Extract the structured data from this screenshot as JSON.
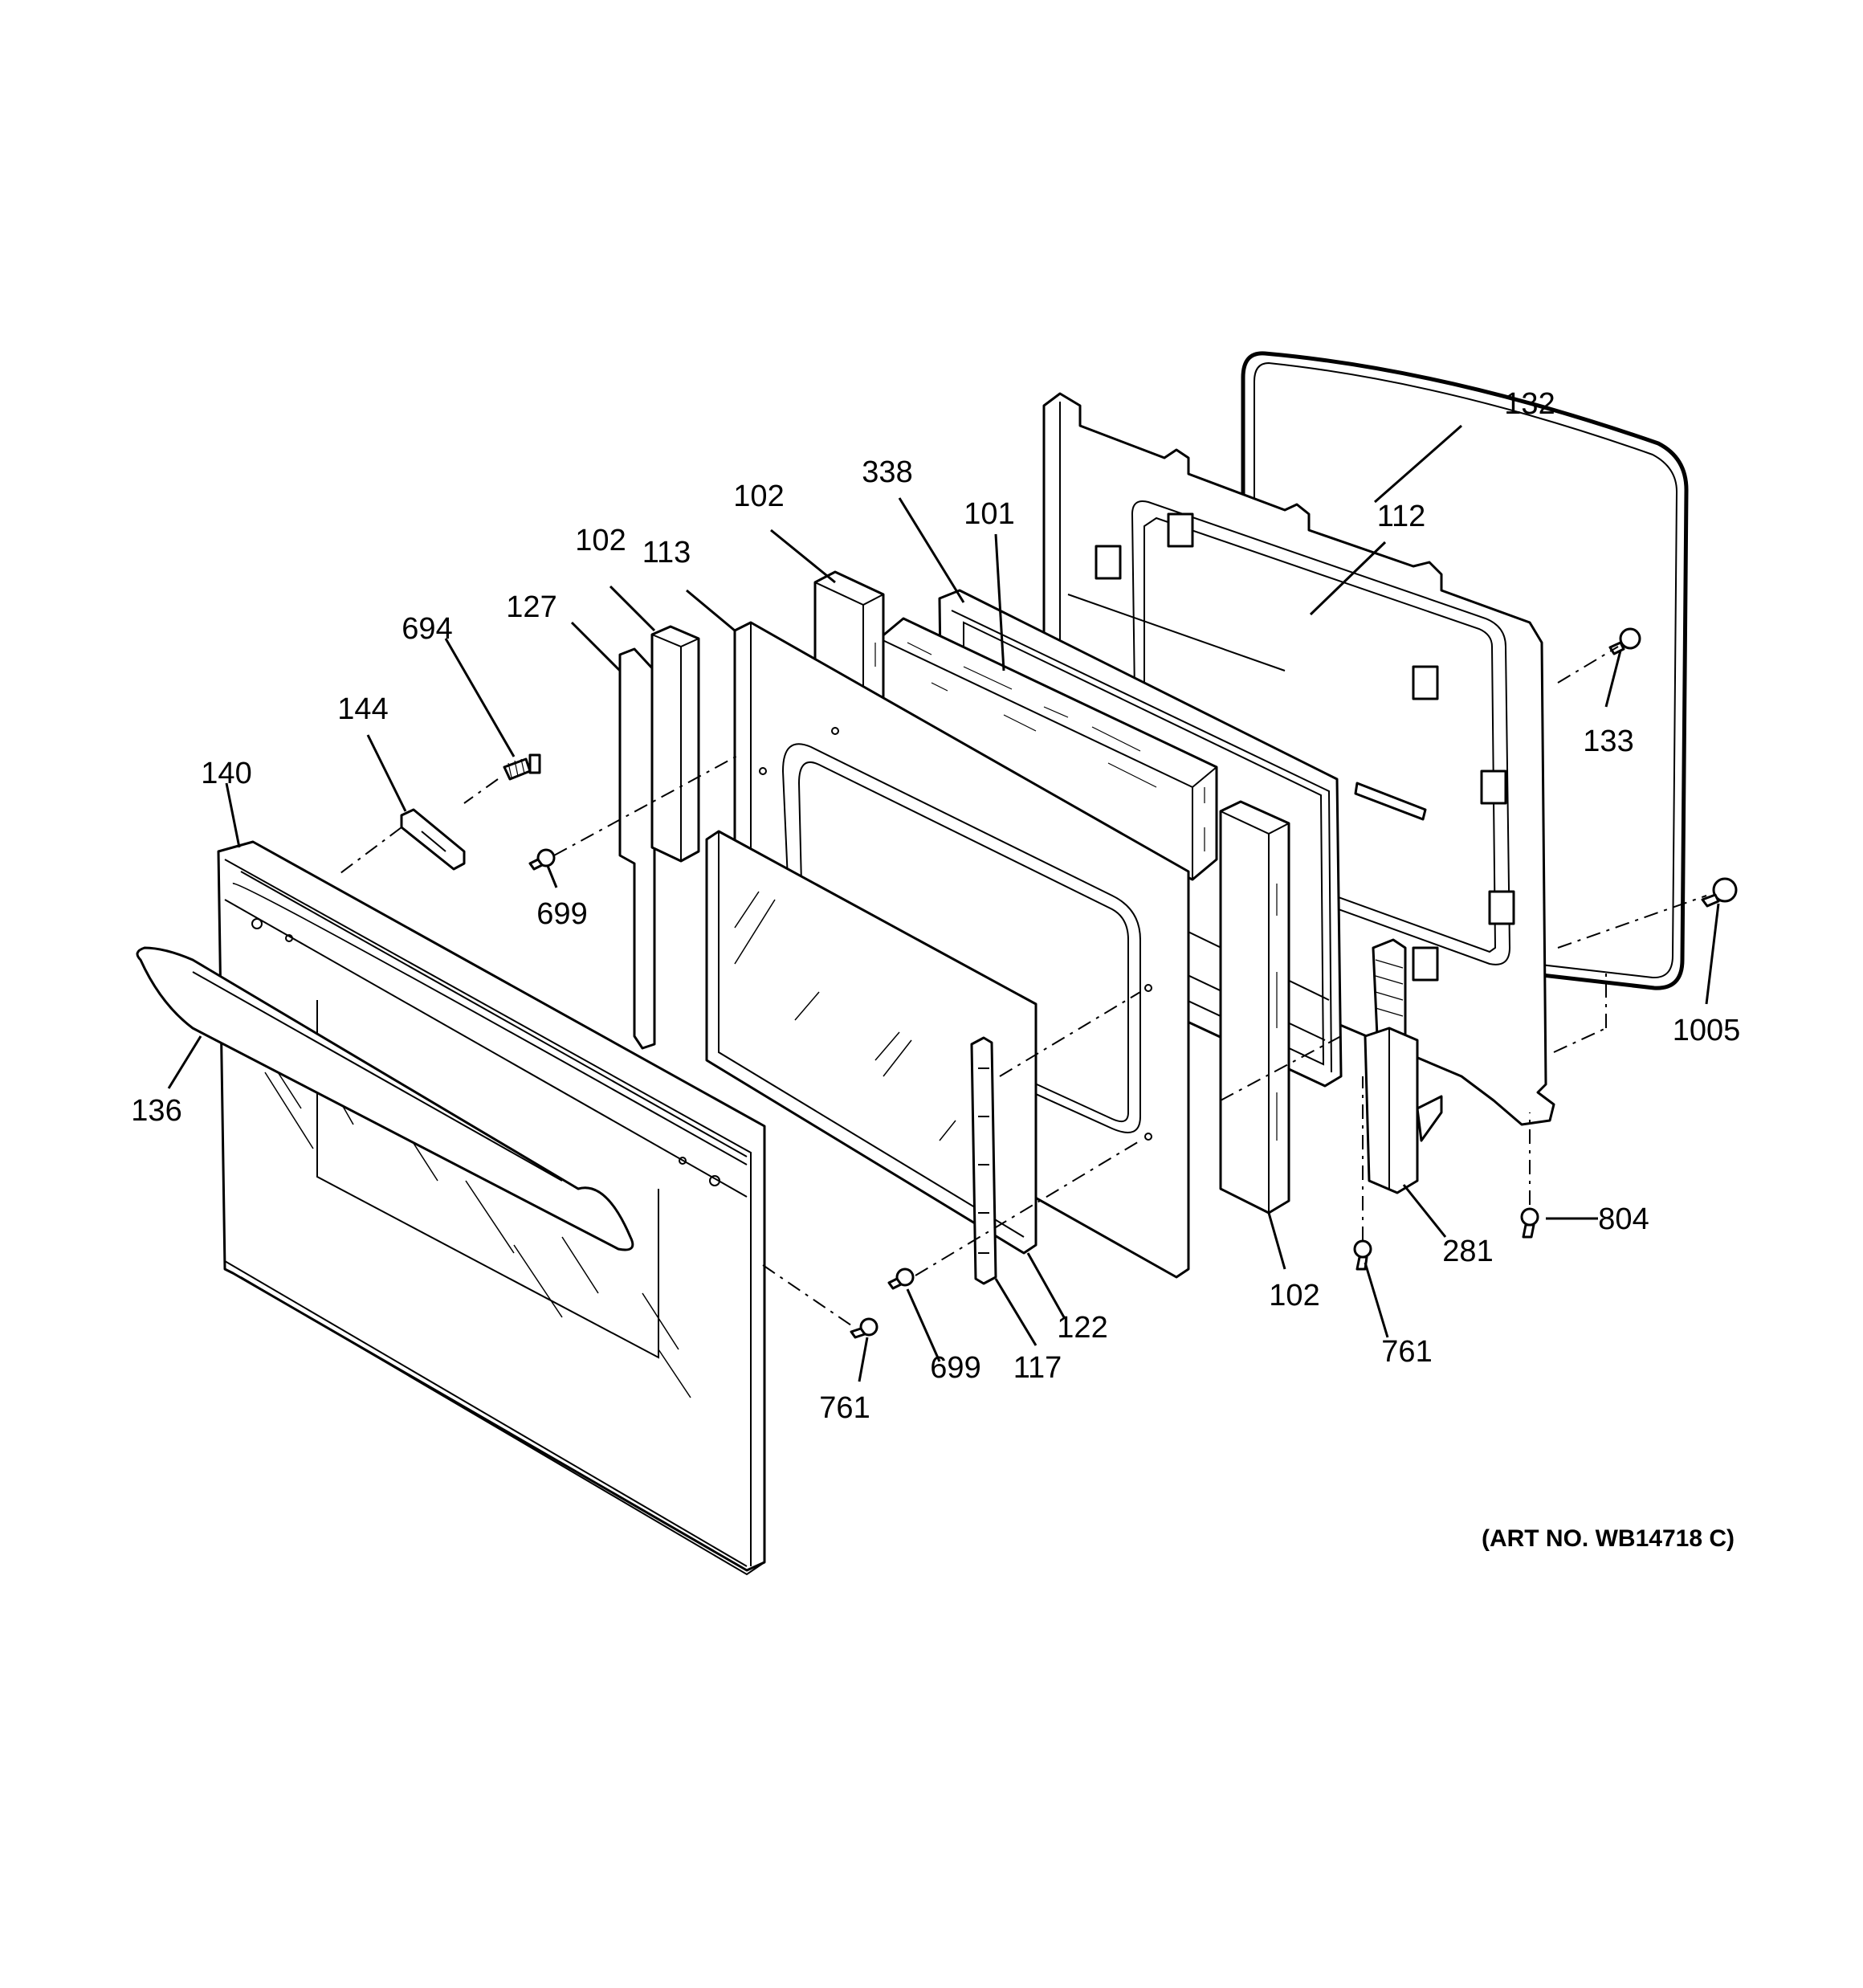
{
  "callouts": {
    "c132": "132",
    "c112": "112",
    "c133": "133",
    "c1005": "1005",
    "c338": "338",
    "c101": "101",
    "c102_top": "102",
    "c102_left": "102",
    "c102_bottom": "102",
    "c113": "113",
    "c127": "127",
    "c694": "694",
    "c144": "144",
    "c140": "140",
    "c136": "136",
    "c699_left": "699",
    "c699_bottom": "699",
    "c761_left": "761",
    "c761_right": "761",
    "c117": "117",
    "c122": "122",
    "c281": "281",
    "c804": "804"
  },
  "art_number": "(ART NO. WB14718 C)"
}
